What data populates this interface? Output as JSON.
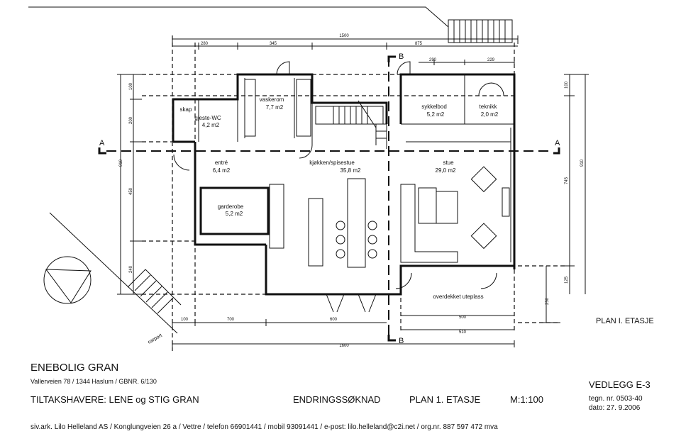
{
  "plan": {
    "rooms": {
      "skap": "skap",
      "wc_name": "gjeste-WC",
      "wc_area": "4,2 m2",
      "vask_name": "vaskerom",
      "vask_area": "7,7 m2",
      "sykkel_name": "sykkelbod",
      "sykkel_area": "5,2 m2",
      "teknikk_name": "teknikk",
      "teknikk_area": "2,0 m2",
      "entre_name": "entré",
      "entre_area": "6,4 m2",
      "kjokken_name": "kjøkken/spisestue",
      "kjokken_area": "35,8 m2",
      "stue_name": "stue",
      "stue_area": "29,0 m2",
      "garderobe_name": "garderobe",
      "garderobe_area": "5,2 m2",
      "uteplass_name": "overdekket uteplass",
      "carport": "carport"
    },
    "section_marks": {
      "a": "A",
      "b": "B"
    },
    "dimensions": {
      "top": [
        "280",
        "345",
        "1500",
        "875",
        "290",
        "229"
      ],
      "left": [
        "100",
        "200",
        "910",
        "450",
        "240"
      ],
      "right": [
        "100",
        "745",
        "910",
        "125",
        "250"
      ],
      "bottom": [
        "100",
        "700",
        "600",
        "500",
        "510",
        "1600"
      ]
    },
    "plan_label": "PLAN I. ETASJE"
  },
  "title_block": {
    "project": "ENEBOLIG GRAN",
    "address": "Vallerveien 78 / 1344 Haslum / GBNR. 6/130",
    "owners": "TILTAKSHAVERE: LENE og STIG GRAN",
    "application": "ENDRINGSSØKNAD",
    "sheet": "PLAN 1. ETASJE",
    "scale": "M:1:100",
    "attachment": "VEDLEGG E-3",
    "drawing_no": "tegn. nr. 0503-40",
    "date": "dato: 27. 9.2006",
    "architect": "siv.ark. Lilo Helleland AS / Konglungveien 26 a / Vettre / telefon  66901441 / mobil 93091441 / e-post: lilo.helleland@c2i.net / org.nr. 887 597 472 mva"
  }
}
